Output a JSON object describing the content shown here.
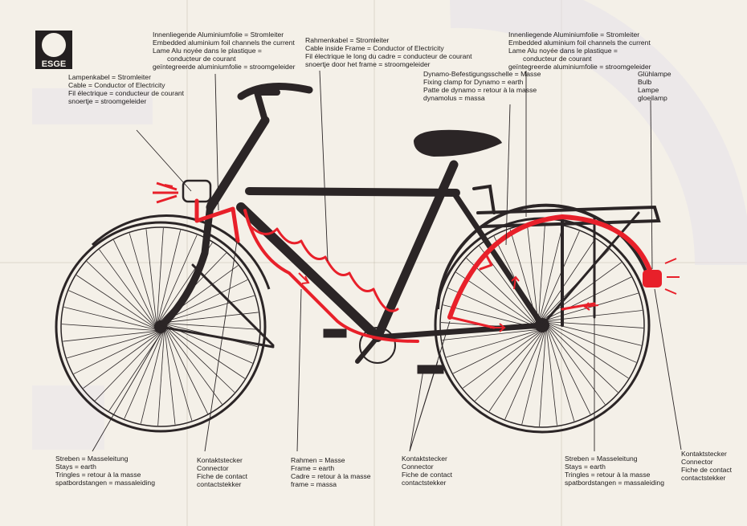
{
  "logo": {
    "text": "ESGE"
  },
  "labels": {
    "lamp_cable": [
      "Lampenkabel = Stromleiter",
      "Cable = Conductor of Electricity",
      "Fil électrique = conducteur de courant",
      "snoertje = stroomgeleider"
    ],
    "foil_front": [
      "Innenliegende Aluminiumfolie = Stromleiter",
      "Embedded aluminium foil channels the current",
      "Lame Alu noyée dans le plastique =",
      "conducteur de courant",
      "geïntegreerde aluminiumfolie = stroomgeleider"
    ],
    "frame_cable": [
      "Rahmenkabel = Stromleiter",
      "Cable inside Frame = Conductor of Electricity",
      "Fil électrique le long du cadre = conducteur de courant",
      "snoertje door het frame = stroomgeleider"
    ],
    "dynamo_clamp": [
      "Dynamo-Befestigungsschelle = Masse",
      "Fixing clamp for Dynamo = earth",
      "Patte de dynamo = retour à la masse",
      "dynamolus = massa"
    ],
    "foil_rear": [
      "Innenliegende Aluminiumfolie = Stromleiter",
      "Embedded aluminium foil channels the current",
      "Lame Alu noyée dans le plastique =",
      "conducteur de courant",
      "geïntegreerde aluminiumfolie = stroomgeleider"
    ],
    "bulb": [
      "Glühlampe",
      "Bulb",
      "Lampe",
      "gloeilamp"
    ],
    "stays_front": [
      "Streben = Masseleitung",
      "Stays = earth",
      "Tringles = retour à la masse",
      "spatbordstangen = massaleiding"
    ],
    "connector_front": [
      "Kontaktstecker",
      "Connector",
      "Fiche de contact",
      "contactstekker"
    ],
    "frame_earth": [
      "Rahmen = Masse",
      "Frame = earth",
      "Cadre = retour à la masse",
      "frame = massa"
    ],
    "connector_mid": [
      "Kontaktstecker",
      "Connector",
      "Fiche de contact",
      "contactstekker"
    ],
    "stays_rear": [
      "Streben = Masseleitung",
      "Stays = earth",
      "Tringles = retour à la masse",
      "spatbordstangen = massaleiding"
    ],
    "connector_rear": [
      "Kontaktstecker",
      "Connector",
      "Fiche de contact",
      "contactstekker"
    ]
  },
  "colors": {
    "frame": "#2b2526",
    "wire": "#e8202a",
    "paper": "#f4f0e8",
    "text": "#1d1a1a"
  }
}
